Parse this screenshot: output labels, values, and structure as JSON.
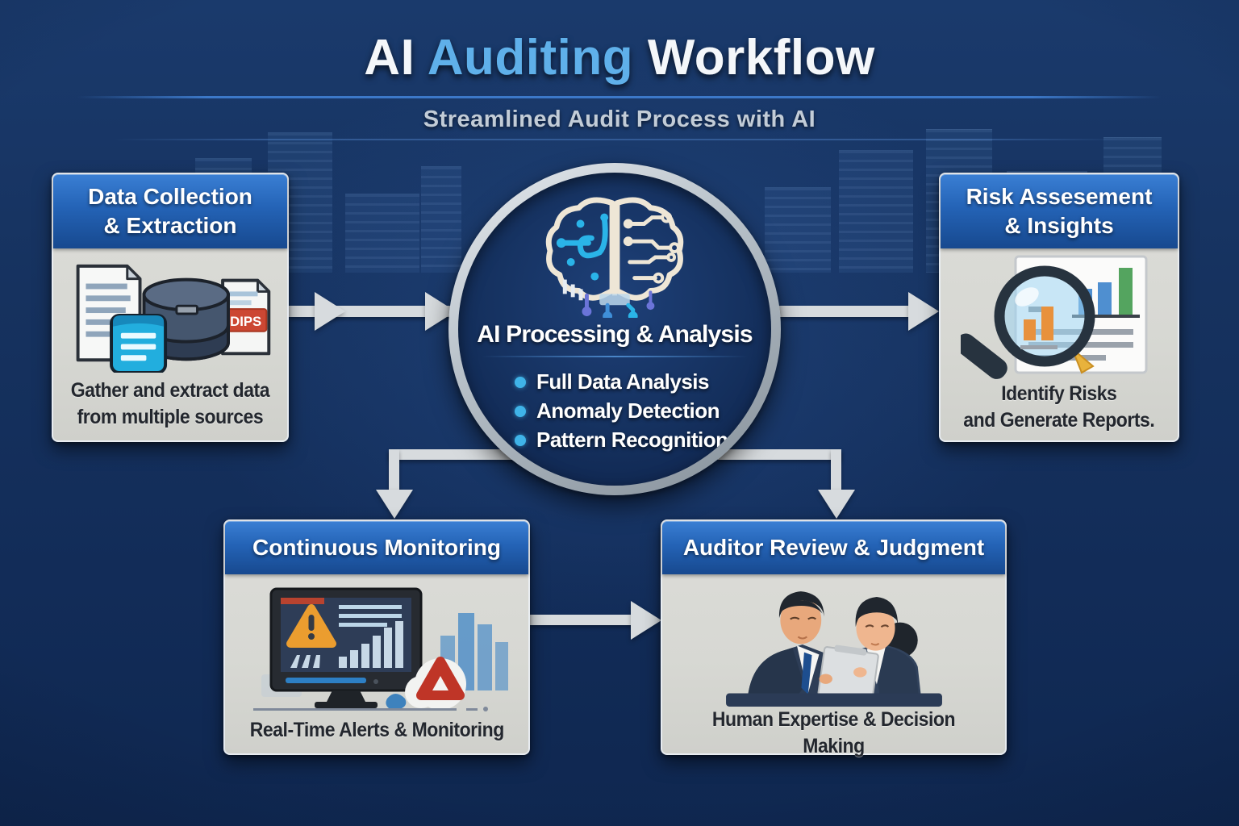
{
  "header": {
    "title_part1": "AI ",
    "title_highlight": "Auditing",
    "title_part2": " Workflow",
    "subtitle": "Streamlined Audit Process with AI"
  },
  "nodes": {
    "data_collection": {
      "title": "Data Collection\n& Extraction",
      "caption": "Gather and extract data\nfrom multiple sources",
      "file_label": "DIPS"
    },
    "ai_processing": {
      "title": "AI Processing & Analysis",
      "bullets": [
        "Full Data Analysis",
        "Anomaly Detection",
        "Pattern Recognition"
      ]
    },
    "risk_assessment": {
      "title": "Risk Assesement\n& Insights",
      "caption": "Identify Risks\nand Generate Reports."
    },
    "continuous_monitoring": {
      "title": "Continuous Monitoring",
      "caption": "Real-Time Alerts & Monitoring"
    },
    "auditor_review": {
      "title": "Auditor Review & Judgment",
      "caption": "Human Expertise & Decision Making"
    }
  },
  "colors": {
    "background_navy": "#16325f",
    "title_highlight_blue": "#5fb0ea",
    "card_header_blue_top": "#3a7fd4",
    "card_header_blue_bottom": "#17498f",
    "card_body_gray": "#d8d9d4",
    "caption_text": "#23272e",
    "circle_ring_silver": "#b9c2ca",
    "circle_fill_navy": "#15315f",
    "bullet_dot_cyan": "#3fb3e8",
    "arrow_gray": "#d7dbde",
    "file_badge_red": "#cc4733",
    "warning_orange": "#eb9d2f",
    "alert_red": "#bf3527"
  }
}
